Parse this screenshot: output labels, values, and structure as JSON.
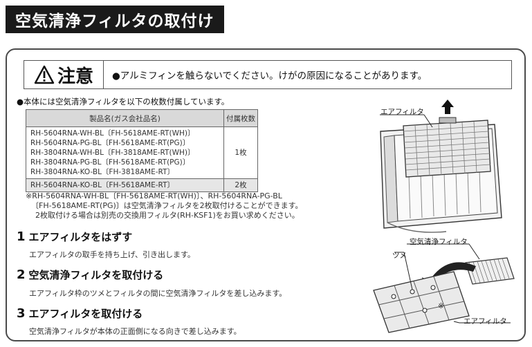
{
  "title": "空気清浄フィルタの取付け",
  "caution": {
    "label": "注意",
    "text": "●アルミフィンを触らないでください。けがの原因になることがあります。"
  },
  "intro": "●本体には空気清浄フィルタを以下の枚数付属しています。",
  "table": {
    "headers": [
      "製品名(ガス会社品名)",
      "付属枚数"
    ],
    "groups": [
      {
        "products": [
          "RH-5604RNA-WH-BL〔FH-5618AME-RT(WH)〕",
          "RH-5604RNA-PG-BL〔FH-5618AME-RT(PG)〕",
          "RH-3804RNA-WH-BL〔FH-3818AME-RT(WH)〕",
          "RH-3804RNA-PG-BL〔FH-5618AME-RT(PG)〕",
          "RH-3804RNA-KO-BL〔FH-3818AME-RT〕"
        ],
        "count": "1枚"
      },
      {
        "products": [
          "RH-5604RNA-KO-BL〔FH-5618AME-RT〕"
        ],
        "count": "2枚"
      }
    ]
  },
  "note": [
    "※RH-5604RNA-WH-BL〔FH-5618AME-RT(WH)〕、RH-5604RNA-PG-BL",
    "〔FH-5618AME-RT(PG)〕は空気清浄フィルタを2枚取付けることができます。",
    "2枚取付ける場合は別売の交換用フィルタ(RH-KSF1)をお買い求めください。"
  ],
  "steps": [
    {
      "num": "1",
      "title": "エアフィルタをはずす",
      "desc": "エアフィルタの取手を持ち上げ、引き出します。"
    },
    {
      "num": "2",
      "title": "空気清浄フィルタを取付ける",
      "desc": "エアフィルタ枠のツメとフィルタの間に空気清浄フィルタを差し込みます。"
    },
    {
      "num": "3",
      "title": "エアフィルタを取付ける",
      "desc": "空気清浄フィルタが本体の正面側になる向きで差し込みます。"
    }
  ],
  "illustration_labels": {
    "air_filter_top": "エアフィルタ",
    "purifier_filter": "空気清浄フィルタ",
    "tab": "ツメ",
    "asterisk": "※",
    "air_filter_bottom": "エアフィルタ"
  }
}
